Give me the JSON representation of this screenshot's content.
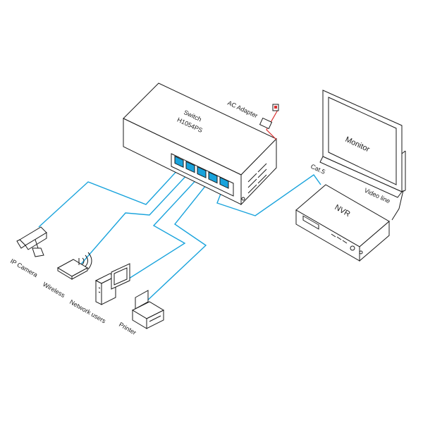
{
  "switch": {
    "line1": "Switch",
    "line2": "H1054PS"
  },
  "labels": {
    "ac_adapter": "AC Adapter",
    "cat5": "Cat.5",
    "video_line": "Video line",
    "monitor": "Monitor",
    "nvr": "NVR",
    "ip_camera": "IP Camera",
    "wireless": "Wireless",
    "network_users": "Network users",
    "printer": "Printer"
  },
  "colors": {
    "ethernet_cable": "#19a3dc",
    "power_cable": "#d93030",
    "line_art": "#1a1a1a"
  },
  "icons": [
    "switch-icon",
    "monitor-icon",
    "nvr-icon",
    "ip-camera-icon",
    "wireless-router-icon",
    "desktop-computer-icon",
    "printer-icon",
    "ac-adapter-icon"
  ]
}
